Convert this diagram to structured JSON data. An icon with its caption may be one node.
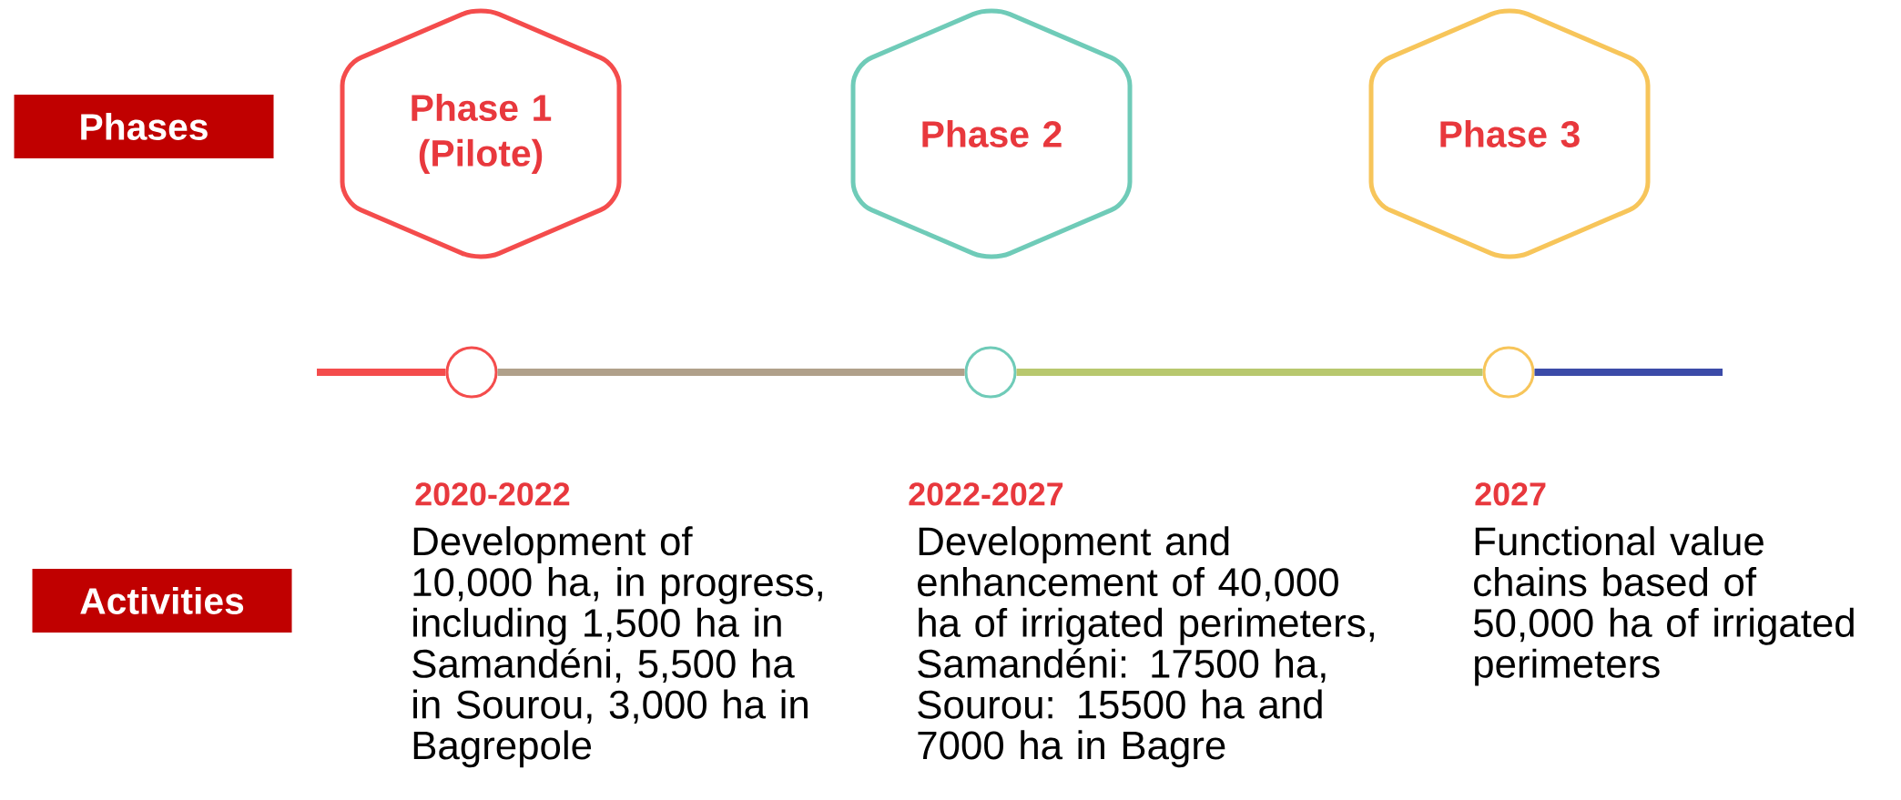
{
  "diagram": {
    "nodes": [
      {
        "text": [
          "Phases"
        ]
      },
      {
        "text": [
          "Activities"
        ]
      },
      {
        "text": [
          "Phase 1 (Pilote)"
        ]
      },
      {
        "text": [
          "Phase 2"
        ]
      },
      {
        "text": [
          "Phase 3"
        ]
      },
      {
        "text": [],
        "shape": "circle"
      },
      {
        "text": [],
        "shape": "circle"
      },
      {
        "text": [],
        "shape": "circle"
      }
    ],
    "edges": [
      {
        "from": null,
        "to": 5,
        "arrow": "none",
        "color": "#f44c4c"
      },
      {
        "from": 5,
        "to": 6,
        "arrow": "none",
        "color": "#b0a08a"
      },
      {
        "from": 6,
        "to": 7,
        "arrow": "none",
        "color": "#b8c86e"
      },
      {
        "from": 7,
        "to": null,
        "arrow": "none",
        "color": "#3b4ba8"
      }
    ],
    "labels": [
      "2020-2022",
      "Development of 10,000 ha, in progress, including 1,500 ha in Samandéni, 5,500 ha in Sourou, 3,000 ha in Bagrepole",
      "2022-2027",
      "Development and enhancement of 40,000 ha of irrigated perimeters, Samandéni: 17500 ha, Sourou: 15500 ha and 7000 ha in Bagre",
      "2027",
      "Functional value chains based of 50,000 ha of irrigated perimeters"
    ]
  }
}
